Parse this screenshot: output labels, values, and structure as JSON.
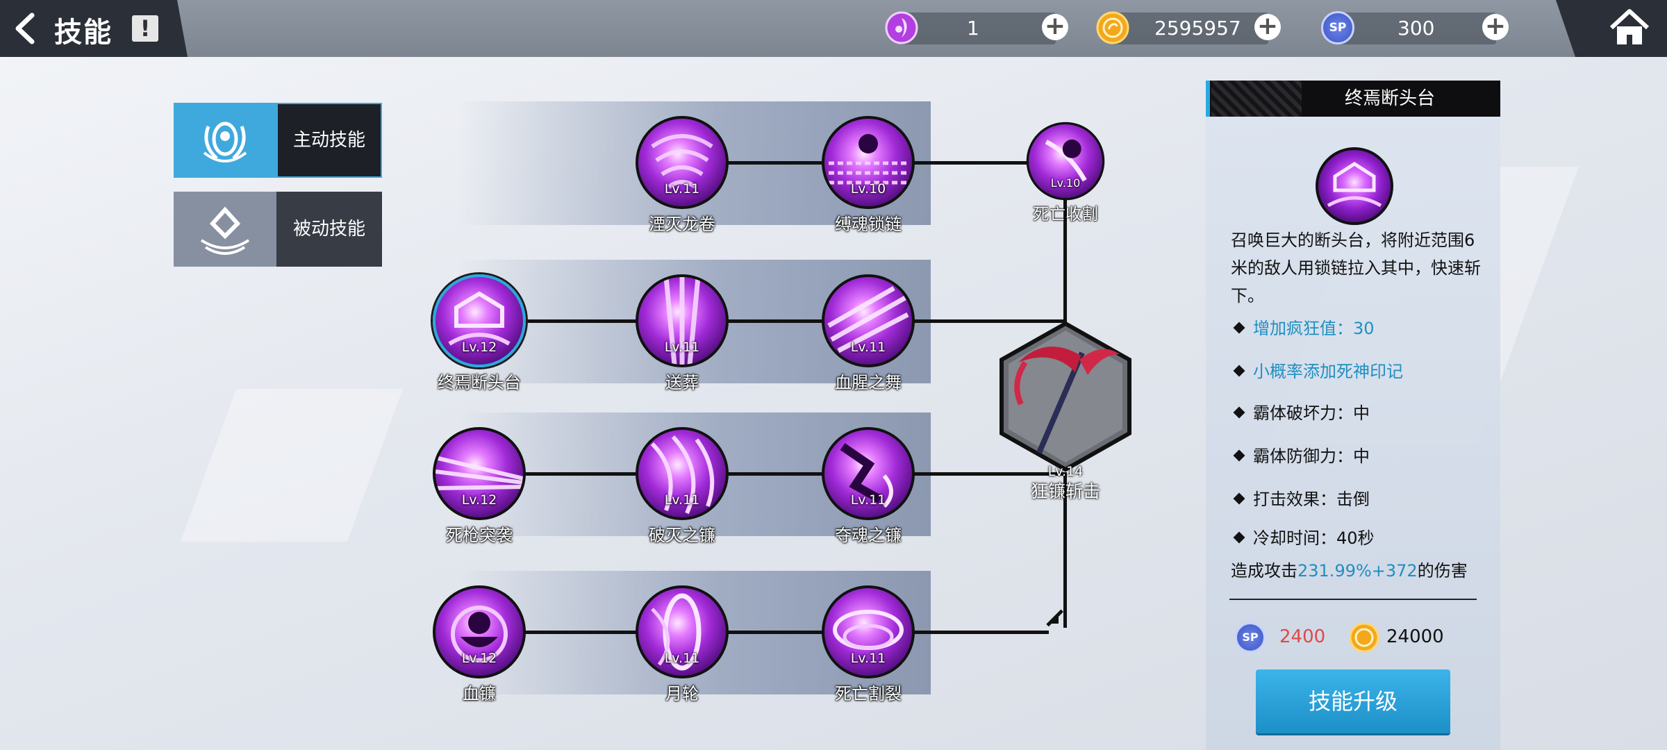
{
  "header": {
    "title": "技能",
    "info_label": "!",
    "resources": [
      {
        "name": "crystal",
        "value": "1"
      },
      {
        "name": "gold",
        "value": "2595957"
      },
      {
        "name": "sp",
        "value": "300",
        "badge": "SP"
      }
    ]
  },
  "tabs": [
    {
      "label": "主动技能",
      "active": true
    },
    {
      "label": "被动技能",
      "active": false
    }
  ],
  "skills": {
    "r1c2": {
      "name": "湮灭龙卷",
      "level": "Lv.11"
    },
    "r1c3": {
      "name": "缚魂锁链",
      "level": "Lv.10"
    },
    "r1c4": {
      "name": "死亡收割",
      "level": "Lv.10"
    },
    "r2c1": {
      "name": "终焉断头台",
      "level": "Lv.12"
    },
    "r2c2": {
      "name": "送葬",
      "level": "Lv.11"
    },
    "r2c3": {
      "name": "血腥之舞",
      "level": "Lv.11"
    },
    "r3c1": {
      "name": "死枪突袭",
      "level": "Lv.12"
    },
    "r3c2": {
      "name": "破灭之镰",
      "level": "Lv.11"
    },
    "r3c3": {
      "name": "夺魂之镰",
      "level": "Lv.11"
    },
    "r4c1": {
      "name": "血镰",
      "level": "Lv.12"
    },
    "r4c2": {
      "name": "月轮",
      "level": "Lv.11"
    },
    "r4c3": {
      "name": "死亡割裂",
      "level": "Lv.11"
    },
    "ultimate": {
      "name": "狂镰斩击",
      "level": "Lv.14"
    }
  },
  "detail": {
    "title": "终焉断头台",
    "description": "召唤巨大的断头台，将附近范围6米的敌人用锁链拉入其中，快速斩下。",
    "attributes": [
      {
        "text": "增加疯狂值：30",
        "highlight": true
      },
      {
        "text": "小概率添加死神印记",
        "highlight": true
      },
      {
        "text": "霸体破坏力：中",
        "highlight": false
      },
      {
        "text": "霸体防御力：中",
        "highlight": false
      },
      {
        "text": "打击效果：击倒",
        "highlight": false
      },
      {
        "text": "冷却时间：40秒",
        "highlight": false
      }
    ],
    "damage_prefix": "造成攻击",
    "damage_value": "231.99%+372",
    "damage_suffix": "的伤害",
    "cost_sp_badge": "SP",
    "cost_sp": "2400",
    "cost_gold": "24000",
    "upgrade_label": "技能升级"
  },
  "colors": {
    "accent": "#2aa8e0",
    "skill_purple": "#a12bd8",
    "cost_red": "#e04848",
    "highlight_blue": "#1f8fc0"
  }
}
